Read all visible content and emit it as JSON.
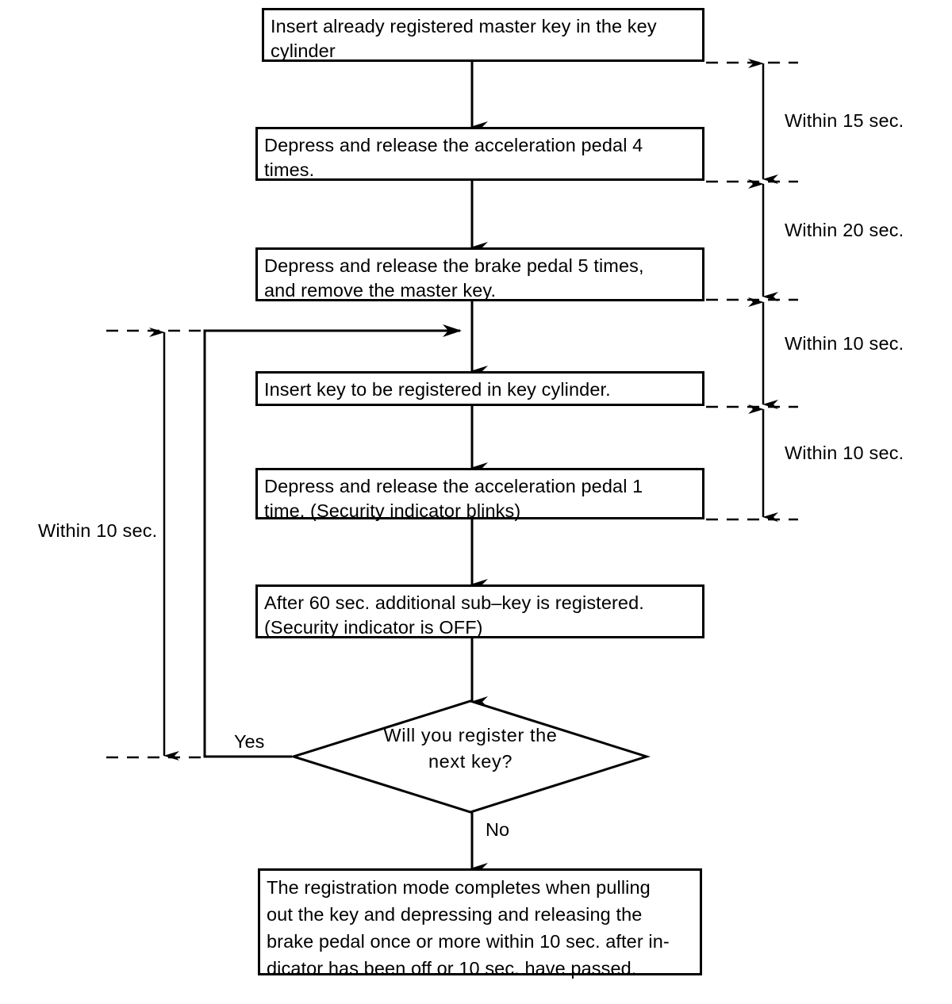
{
  "diagram": {
    "title": "Additional key registration procedure flowchart",
    "line_color": "#000000",
    "background_color": "#ffffff"
  },
  "nodes": [
    {
      "id": "step1",
      "shape": "process",
      "text": "Insert already registered master key in the key\ncylinder"
    },
    {
      "id": "step2",
      "shape": "process",
      "text": "Depress and release the acceleration pedal 4\ntimes."
    },
    {
      "id": "step3",
      "shape": "process",
      "text": "Depress and release the brake pedal 5 times,\nand remove the master key."
    },
    {
      "id": "step4",
      "shape": "process",
      "text": "Insert key to be registered in key cylinder."
    },
    {
      "id": "step5",
      "shape": "process",
      "text": "Depress and release the acceleration pedal 1\ntime. (Security indicator blinks)"
    },
    {
      "id": "step6",
      "shape": "process",
      "text": "After 60 sec. additional sub–key is registered.\n(Security indicator is OFF)"
    },
    {
      "id": "decision",
      "shape": "decision",
      "text": "Will you register the\nnext key?"
    },
    {
      "id": "step7",
      "shape": "process",
      "text": "The registration mode completes when pulling\nout the key and depressing and releasing the\nbrake pedal once or more within 10 sec. after in-\ndicator has been off or 10 sec. have passed."
    }
  ],
  "edge_labels": {
    "yes": "Yes",
    "no": "No"
  },
  "timing_annotations": [
    {
      "id": "t1",
      "label": "Within 15 sec.",
      "side": "right",
      "from": "step1",
      "to": "step2"
    },
    {
      "id": "t2",
      "label": "Within 20 sec.",
      "side": "right",
      "from": "step2",
      "to": "step3"
    },
    {
      "id": "t3",
      "label": "Within 10 sec.",
      "side": "right",
      "from": "step3",
      "to": "step4"
    },
    {
      "id": "t4",
      "label": "Within 10 sec.",
      "side": "right",
      "from": "step4",
      "to": "step5"
    },
    {
      "id": "t5",
      "label": "Within 10 sec.",
      "side": "left",
      "from": "step3",
      "to": "decision"
    }
  ]
}
